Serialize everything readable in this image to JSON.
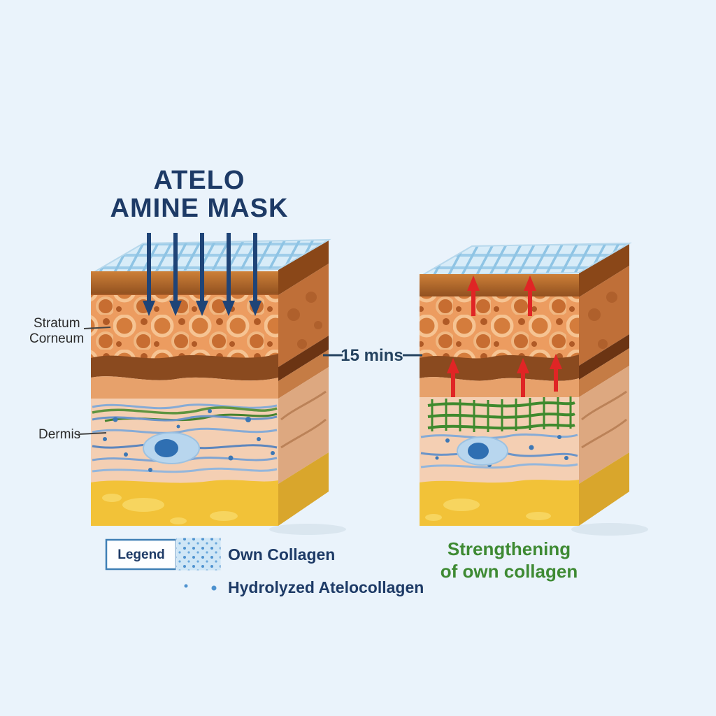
{
  "title": {
    "line1": "ATELO",
    "line2": "AMINE MASK"
  },
  "left_labels": {
    "stratum_corneum_line1": "Stratum",
    "stratum_corneum_line2": "Corneum",
    "dermis": "Dermis"
  },
  "timer": {
    "label": "15 mins"
  },
  "legend": {
    "title": "Legend",
    "items": [
      {
        "label": "Own Collagen",
        "swatch": "dotted-blue-square"
      },
      {
        "label": "Hydrolyzed Atelocollagen",
        "swatch": "small-blue-dots"
      }
    ]
  },
  "annotation": {
    "line1": "Strengthening",
    "line2": "of own collagen"
  },
  "icons": {
    "penetration_arrows": "arrow-down-icon",
    "strengthen_arrows": "arrow-up-icon"
  },
  "colors": {
    "background": "#eaf3fb",
    "title_navy": "#1d3a66",
    "arrow_blue": "#1f4477",
    "arrow_red": "#e02525",
    "green_text": "#3e8a33",
    "mesh_green": "#3f8a2e",
    "mask_blue": "#d8ecf8",
    "stratum_orange": "#ec9c60",
    "dark_brown_band": "#8a4a1f",
    "dermis_pink": "#f4cfb3",
    "fat_yellow": "#f2c238"
  }
}
